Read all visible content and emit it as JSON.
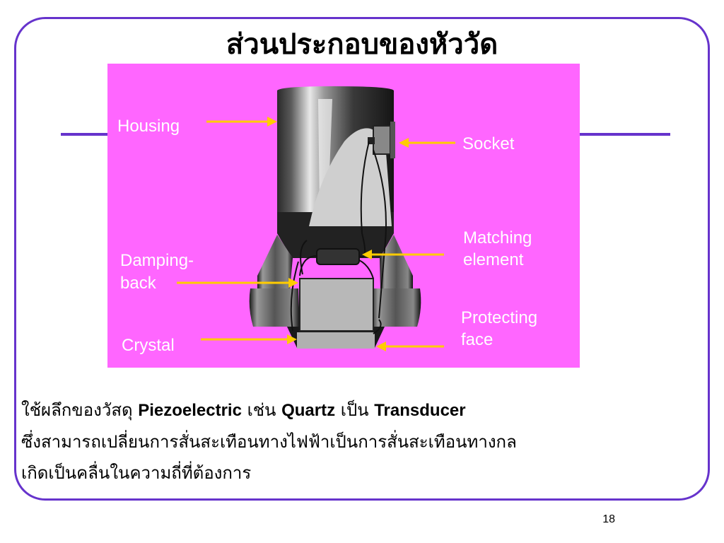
{
  "slide": {
    "title": "ส่วนประกอบของหัววัด",
    "page_number": "18"
  },
  "colors": {
    "frame": "#6633cc",
    "diagram_background": "#ff66ff",
    "arrow": "#ffcc00",
    "label_text": "#ffffff"
  },
  "diagram": {
    "labels": {
      "housing": "Housing",
      "socket": "Socket",
      "matching_1": "Matching",
      "matching_2": "element",
      "damping_1": "Damping-",
      "damping_2": "back",
      "protecting_1": "Protecting",
      "protecting_2": "face",
      "crystal": "Crystal"
    }
  },
  "body": {
    "line1": {
      "a": "ใช้ผลึกของวัสดุ ",
      "b": "Piezoelectric",
      "c": " เช่น ",
      "d": "Quartz",
      "e": " เป็น ",
      "f": "Transducer"
    },
    "line2": "ซึ่งสามารถเปลี่ยนการสั่นสะเทือนทางไฟฟ้าเป็นการสั่นสะเทือนทางกล",
    "line3": "เกิดเป็นคลื่นในความถี่ที่ต้องการ"
  }
}
